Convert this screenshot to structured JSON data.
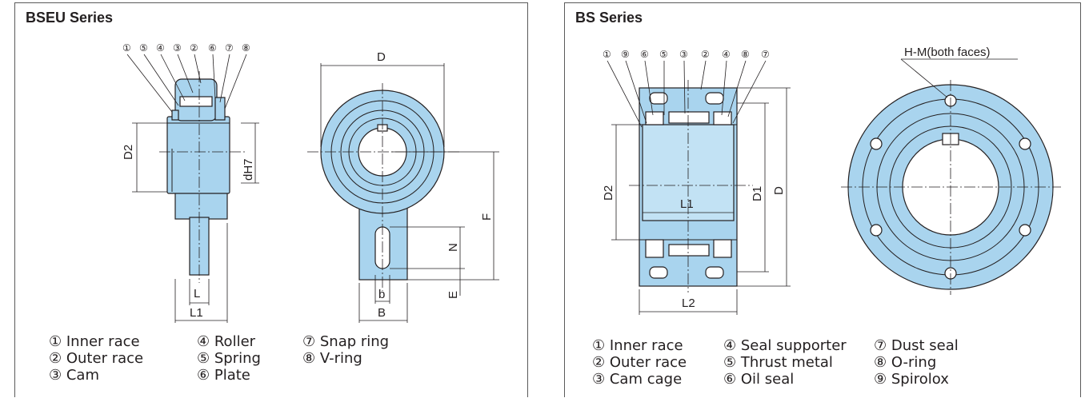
{
  "left": {
    "title": "BSEU Series",
    "callouts": [
      "①",
      "⑤",
      "④",
      "③",
      "②",
      "⑥",
      "⑦",
      "⑧"
    ],
    "dims": {
      "D": "D",
      "D2": "D2",
      "dH7": "dH7",
      "L": "L",
      "L1": "L1",
      "F": "F",
      "N": "N",
      "E": "E",
      "b": "b",
      "B": "B"
    },
    "legend": [
      [
        "① Inner race",
        "④ Roller",
        "⑦ Snap ring"
      ],
      [
        "② Outer race",
        "⑤ Spring",
        "⑧ V-ring"
      ],
      [
        "③ Cam",
        "⑥ Plate",
        ""
      ]
    ]
  },
  "right": {
    "title": "BS Series",
    "callouts": [
      "①",
      "⑨",
      "⑥",
      "⑤",
      "③",
      "②",
      "④",
      "⑧",
      "⑦"
    ],
    "hole_label": "H-M(both faces)",
    "dims": {
      "D2": "D2",
      "L1": "L1",
      "D1": "D1",
      "D": "D",
      "L2": "L2"
    },
    "legend": [
      [
        "① Inner race",
        "④ Seal supporter",
        "⑦ Dust seal"
      ],
      [
        "② Outer race",
        "⑤ Thrust metal",
        "⑧ O-ring"
      ],
      [
        "③ Cam cage",
        "⑥ Oil seal",
        "⑨ Spirolox"
      ]
    ]
  },
  "colors": {
    "body": "#a9d4ee",
    "line": "#231f20",
    "frame": "#5a5a5a"
  }
}
